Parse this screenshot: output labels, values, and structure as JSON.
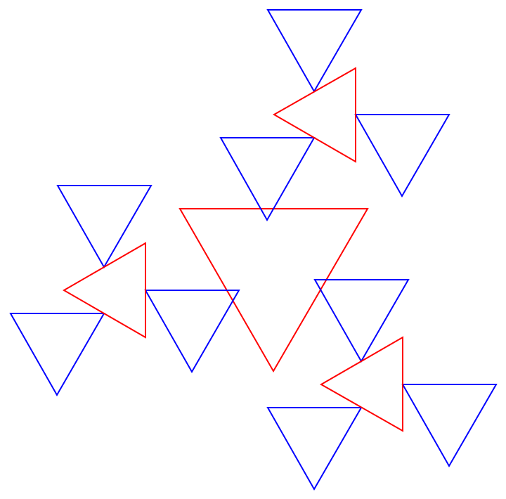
{
  "colors": {
    "background": "#ffffff",
    "red": "#ff0000",
    "blue": "#0000ff"
  },
  "shapes": {
    "central": {
      "color": "red",
      "orientation": "down"
    },
    "clusters": [
      {
        "name": "top",
        "red": {
          "orientation": "left"
        },
        "blue": [
          "down",
          "down",
          "down"
        ]
      },
      {
        "name": "left",
        "red": {
          "orientation": "left"
        },
        "blue": [
          "down",
          "down",
          "down"
        ]
      },
      {
        "name": "bottom-right",
        "red": {
          "orientation": "left"
        },
        "blue": [
          "down",
          "down",
          "down"
        ]
      }
    ]
  }
}
